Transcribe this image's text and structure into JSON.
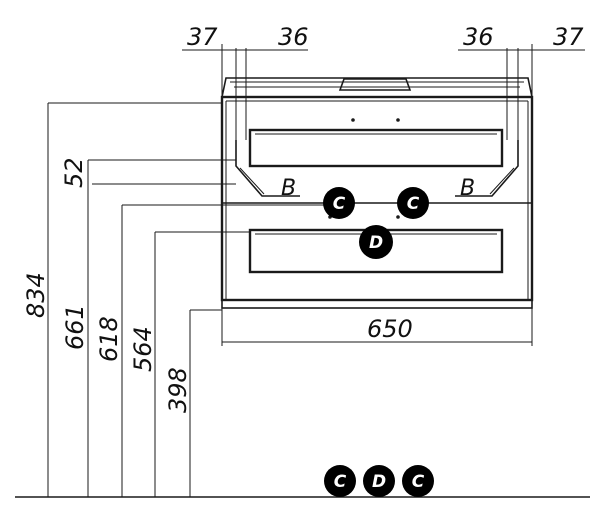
{
  "top_dimensions": {
    "left_outer": "37",
    "left_inner": "36",
    "right_inner": "36",
    "right_outer": "37"
  },
  "height_dimensions": {
    "total": "834",
    "drawer_gap": "52",
    "upper_line": "661",
    "drawer_top": "618",
    "lower_line": "564",
    "bottom": "398"
  },
  "width_dimension": "650",
  "bracket_labels": {
    "left": "B",
    "right": "B"
  },
  "markers": {
    "front_left": "C",
    "front_right": "C",
    "front_center": "D",
    "floor_left": "C",
    "floor_center": "D",
    "floor_right": "C"
  },
  "colors": {
    "line": "#1a1a1a",
    "marker_fill": "#000000",
    "marker_text": "#ffffff"
  }
}
